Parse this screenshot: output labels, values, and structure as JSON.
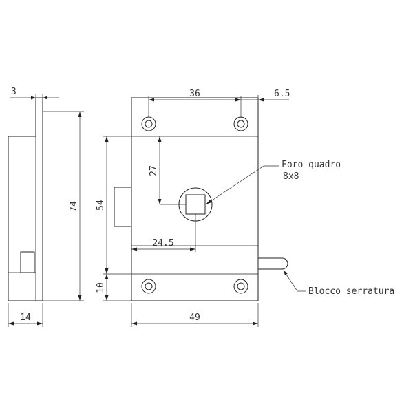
{
  "dimensions": {
    "side_top_width": "3",
    "top_hole_spacing": "36",
    "top_offset": "6.5",
    "side_height": "74",
    "plate_height": "54",
    "square_hole_height": "27",
    "square_hole_offset": "24.5",
    "bottom_strip_height": "10",
    "side_width": "14",
    "plate_width": "49"
  },
  "labels": {
    "square_hole_line1": "Foro quadro",
    "square_hole_line2": "8x8",
    "lock_block": "Blocco serratura"
  }
}
